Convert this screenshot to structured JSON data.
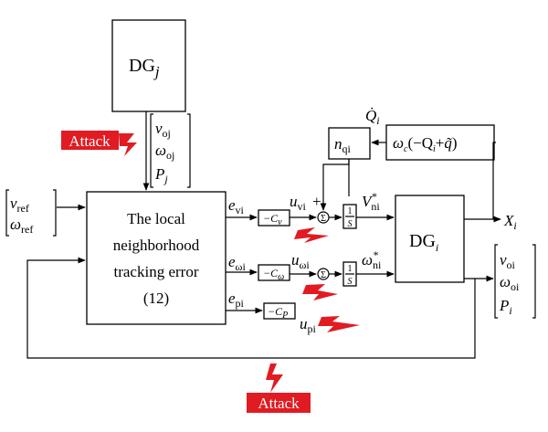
{
  "blocks": {
    "dgj": {
      "name": "DG",
      "sub": "j"
    },
    "error": {
      "line1": "The local",
      "line2": "neighborhood",
      "line3": "tracking error",
      "line4": "(12)"
    },
    "dgi": {
      "name": "DG",
      "sub": "i"
    },
    "nqi": {
      "sym": "n",
      "sub": "qi"
    },
    "omega_c": {
      "text": "ω",
      "sub": "c",
      "rest1": "(−Q",
      "rest1_sub": "i",
      "rest2": "+",
      "rest2_sym": "q̃",
      "rest3": ")"
    },
    "gain_v": {
      "text": "−C",
      "sub": "v"
    },
    "gain_w": {
      "text": "−C",
      "sub": "ω"
    },
    "gain_p": {
      "text": "−C",
      "sub": "P"
    },
    "integrator": {
      "num": "1",
      "den": "S"
    }
  },
  "vectors": {
    "dgj_out": [
      "v",
      "oj",
      "ω",
      "oj",
      "P",
      "j"
    ],
    "ref": [
      "v",
      "ref",
      "ω",
      "ref"
    ],
    "dgi_out": [
      "v",
      "oi",
      "ω",
      "oi",
      "P",
      "i"
    ]
  },
  "signals": {
    "e_v": {
      "sym": "e",
      "sub": "vi"
    },
    "e_w": {
      "sym": "e",
      "sub": "ωi"
    },
    "e_p": {
      "sym": "e",
      "sub": "pi"
    },
    "u_v": {
      "sym": "u",
      "sub": "vi"
    },
    "u_w": {
      "sym": "u",
      "sub": "ωi"
    },
    "u_p": {
      "sym": "u",
      "sub": "pi"
    },
    "V_ni": {
      "sym": "V",
      "sup": "*",
      "sub": "ni"
    },
    "w_ni": {
      "sym": "ω",
      "sup": "*",
      "sub": "ni"
    },
    "Q_dot": {
      "sym": "Q̇",
      "sub": "i"
    },
    "X_i": {
      "sym": "X",
      "sub": "i"
    },
    "plus": "+"
  },
  "attack_labels": [
    "Attack",
    "Attack"
  ],
  "sum_symbol": "Σ",
  "colors": {
    "attack_fill": "#e11b22",
    "attack_text": "#ffffff",
    "bolt": "#e11b22"
  }
}
